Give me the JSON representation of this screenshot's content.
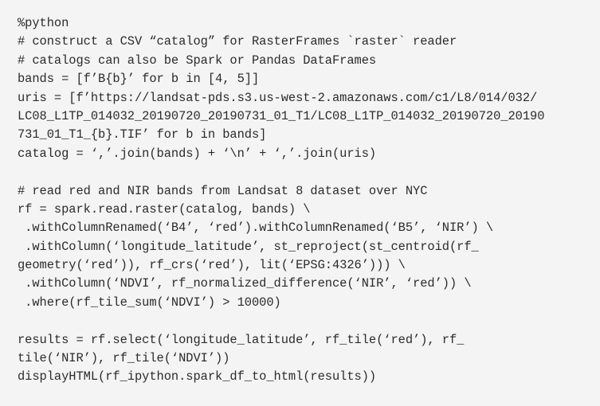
{
  "code": {
    "lines": [
      "%python",
      "# construct a CSV “catalog” for RasterFrames `raster` reader",
      "# catalogs can also be Spark or Pandas DataFrames",
      "bands = [f’B{b}’ for b in [4, 5]]",
      "uris = [f’https://landsat-pds.s3.us-west-2.amazonaws.com/c1/L8/014/032/",
      "LC08_L1TP_014032_20190720_20190731_01_T1/LC08_L1TP_014032_20190720_20190",
      "731_01_T1_{b}.TIF’ for b in bands]",
      "catalog = ‘,’.join(bands) + ‘\\n’ + ‘,’.join(uris)",
      "",
      "# read red and NIR bands from Landsat 8 dataset over NYC",
      "rf = spark.read.raster(catalog, bands) \\",
      " .withColumnRenamed(‘B4’, ‘red’).withColumnRenamed(‘B5’, ‘NIR’) \\",
      " .withColumn(‘longitude_latitude’, st_reproject(st_centroid(rf_",
      "geometry(‘red’)), rf_crs(‘red’), lit(‘EPSG:4326’))) \\",
      " .withColumn(‘NDVI’, rf_normalized_difference(‘NIR’, ‘red’)) \\",
      " .where(rf_tile_sum(‘NDVI’) > 10000)",
      "",
      "results = rf.select(‘longitude_latitude’, rf_tile(‘red’), rf_",
      "tile(‘NIR’), rf_tile(‘NDVI’))",
      "displayHTML(rf_ipython.spark_df_to_html(results))"
    ]
  },
  "colors": {
    "background": "#f4f4f4",
    "text": "#2b2b2b"
  }
}
